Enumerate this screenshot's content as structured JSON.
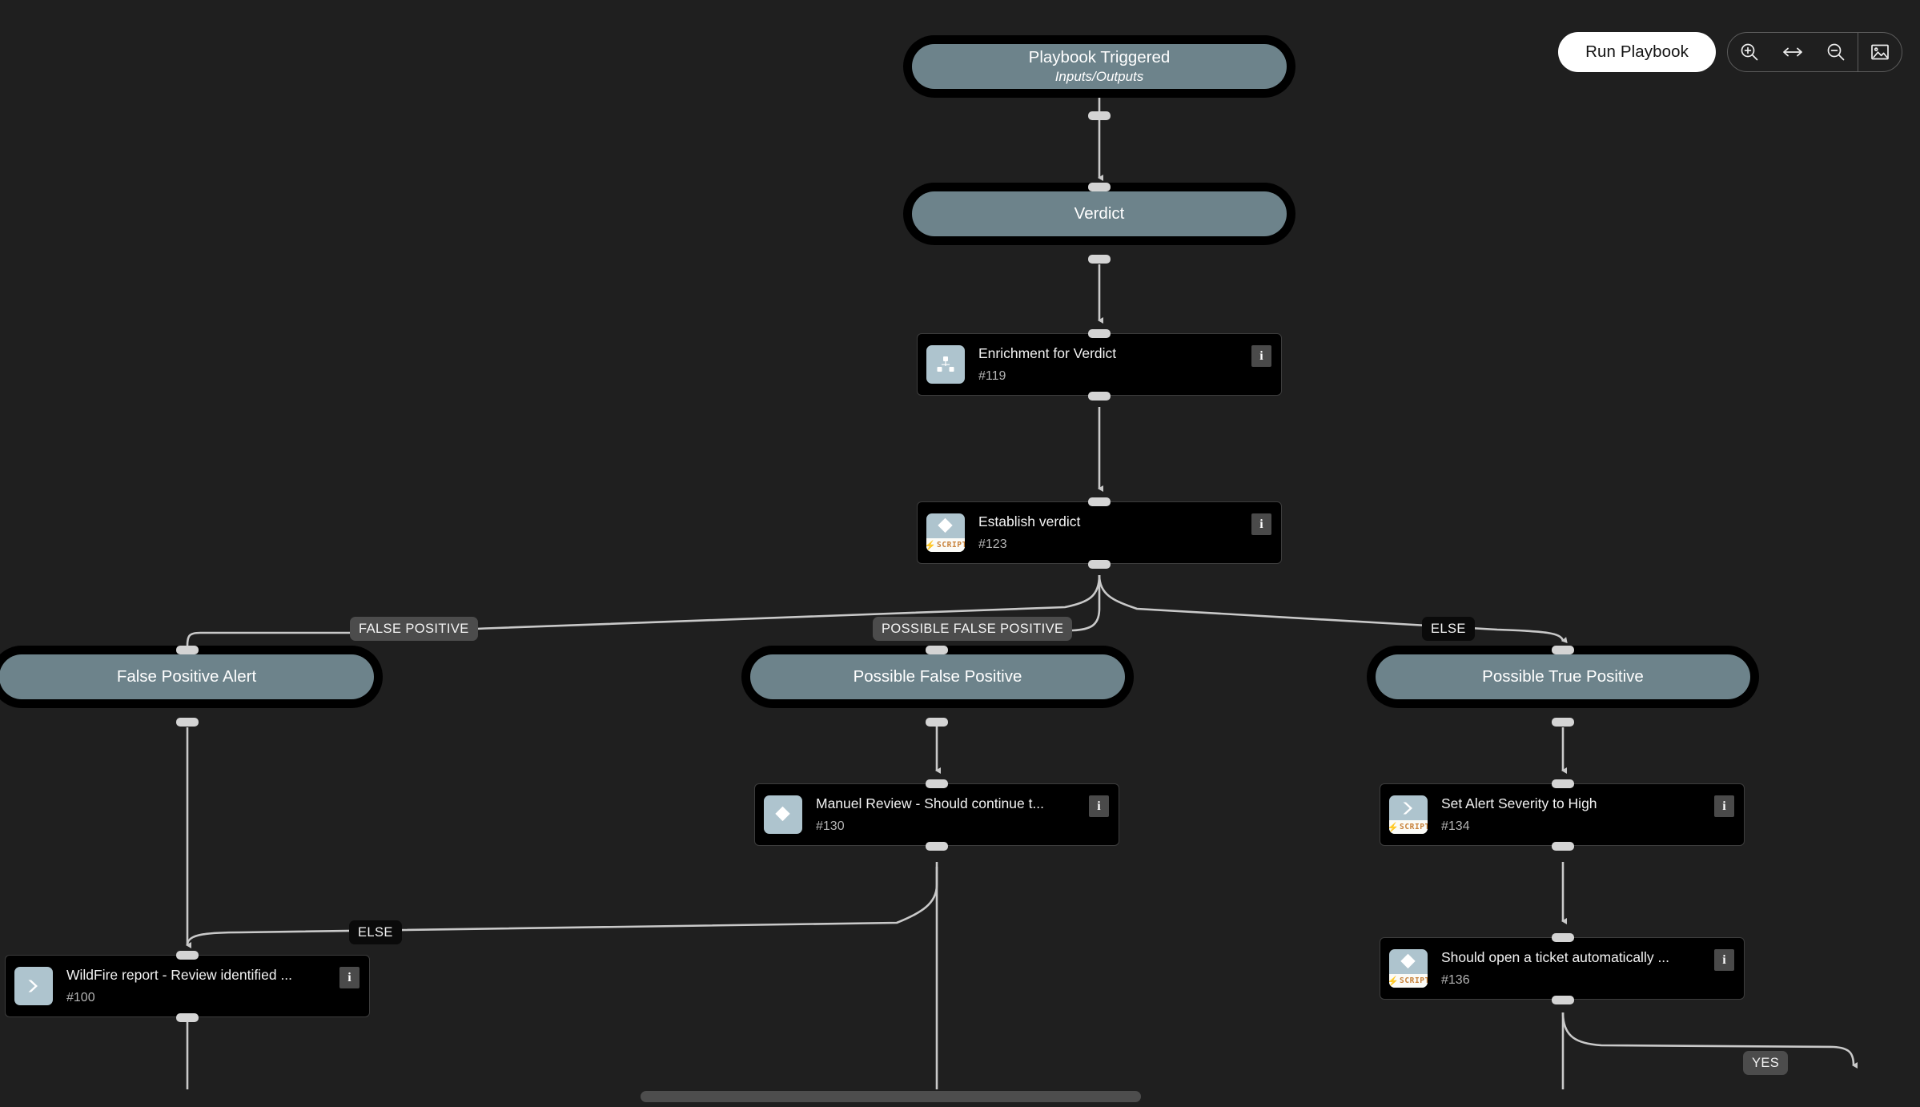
{
  "toolbar": {
    "run_label": "Run Playbook",
    "zoom_in_icon": "zoom-in-icon",
    "fit_icon": "fit-horizontal-icon",
    "zoom_out_icon": "zoom-out-icon",
    "export_image_icon": "export-image-icon"
  },
  "canvas": {
    "background": "#1f1f1f",
    "section_fill": "#6d838b",
    "node_fill": "#000000",
    "icon_fill": "#aec4ce",
    "edge_color": "#c9c9c9"
  },
  "sections": [
    {
      "title": "Playbook Triggered",
      "subtitle": "Inputs/Outputs"
    },
    {
      "title": "Verdict",
      "subtitle": ""
    },
    {
      "title": "False Positive Alert",
      "subtitle": ""
    },
    {
      "title": "Possible False Positive",
      "subtitle": ""
    },
    {
      "title": "Possible True Positive",
      "subtitle": ""
    }
  ],
  "tasks": [
    {
      "title": "Enrichment for Verdict",
      "id": "#119",
      "icon": "sub-playbook-icon",
      "script": false,
      "info": "i"
    },
    {
      "title": "Establish verdict",
      "id": "#123",
      "icon": "condition-diamond-icon",
      "script": true,
      "info": "i"
    },
    {
      "title": "Manuel Review - Should continue t...",
      "id": "#130",
      "icon": "condition-diamond-icon",
      "script": false,
      "info": "i"
    },
    {
      "title": "Set Alert Severity to High",
      "id": "#134",
      "icon": "chevron-task-icon",
      "script": true,
      "info": "i"
    },
    {
      "title": "Should open a ticket automatically ...",
      "id": "#136",
      "icon": "condition-diamond-icon",
      "script": true,
      "info": "i"
    },
    {
      "title": "WildFire report - Review identified ...",
      "id": "#100",
      "icon": "chevron-task-icon",
      "script": false,
      "info": "i"
    }
  ],
  "edge_labels": [
    {
      "text": "FALSE POSITIVE",
      "style": "gray"
    },
    {
      "text": "POSSIBLE FALSE POSITIVE",
      "style": "gray"
    },
    {
      "text": "ELSE",
      "style": "black"
    },
    {
      "text": "ELSE",
      "style": "black"
    },
    {
      "text": "YES",
      "style": "gray"
    }
  ]
}
